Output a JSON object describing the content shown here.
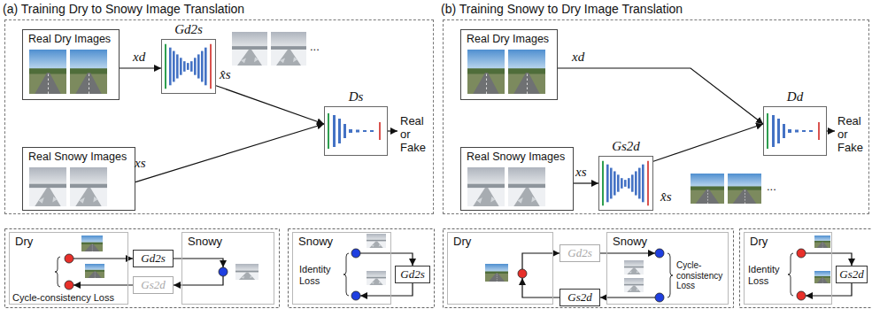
{
  "diagram": {
    "nodes": [
      {
        "text": [
          "(a) Training Dry to Snowy Image Translation"
        ]
      },
      {
        "text": [
          "Real Dry Images"
        ],
        "in": 0
      },
      {
        "text": [
          "Gd2s"
        ],
        "in": 0
      },
      {
        "text": [
          "Ds"
        ],
        "in": 0
      },
      {
        "text": [
          "Real Snowy Images"
        ],
        "in": 0
      },
      {
        "text": [
          "Dry"
        ]
      },
      {
        "text": [
          "Snowy"
        ]
      },
      {
        "text": [
          "Gd2s"
        ]
      },
      {
        "text": [
          "Gs2d"
        ]
      },
      {
        "text": [
          "Snowy"
        ]
      },
      {
        "text": [
          "Gd2s"
        ]
      },
      {
        "text": [
          "(b) Training Snowy to Dry Image Translation"
        ]
      },
      {
        "text": [
          "Real Dry Images"
        ],
        "in": 11
      },
      {
        "text": [
          "Dd"
        ],
        "in": 11
      },
      {
        "text": [
          "Real Snowy Images"
        ],
        "in": 11
      },
      {
        "text": [
          "Gs2d"
        ],
        "in": 11
      },
      {
        "text": [
          "Dry"
        ]
      },
      {
        "text": [
          "Snowy"
        ]
      },
      {
        "text": [
          "Gd2s"
        ]
      },
      {
        "text": [
          "Gs2d"
        ]
      },
      {
        "text": [
          "Dry"
        ]
      },
      {
        "text": [
          "Gs2d"
        ]
      }
    ],
    "edges": [
      {
        "from": 1,
        "to": 2,
        "label": "xd",
        "arrow": "to"
      },
      {
        "from": 2,
        "to": 3,
        "label": "x̂s",
        "arrow": "to"
      },
      {
        "from": 4,
        "to": 3,
        "label": "xs",
        "arrow": "to"
      },
      {
        "from": 5,
        "to": 7,
        "arrow": "to"
      },
      {
        "from": 7,
        "to": 6,
        "arrow": "to"
      },
      {
        "from": 6,
        "to": 8,
        "arrow": "to"
      },
      {
        "from": 8,
        "to": 5,
        "arrow": "to"
      },
      {
        "from": 9,
        "to": 10,
        "arrow": "to"
      },
      {
        "from": 10,
        "to": 9,
        "arrow": "to"
      },
      {
        "from": 12,
        "to": 13,
        "label": "xd",
        "arrow": "to"
      },
      {
        "from": 14,
        "to": 15,
        "label": "xs",
        "arrow": "to"
      },
      {
        "from": 15,
        "to": 13,
        "label": "x̂s",
        "arrow": "to"
      },
      {
        "from": 16,
        "to": 18,
        "arrow": "to"
      },
      {
        "from": 18,
        "to": 17,
        "arrow": "to"
      },
      {
        "from": 17,
        "to": 19,
        "arrow": "to"
      },
      {
        "from": 19,
        "to": 16,
        "arrow": "to"
      },
      {
        "from": 20,
        "to": 21,
        "arrow": "to"
      },
      {
        "from": 21,
        "to": 20,
        "arrow": "to"
      }
    ],
    "labels": [
      "...",
      "Real or Fake",
      "Cycle-consistency Loss",
      "Identity Loss",
      "Real or Fake",
      "...",
      "Cycle-consistency Loss",
      "Identity Loss"
    ]
  }
}
